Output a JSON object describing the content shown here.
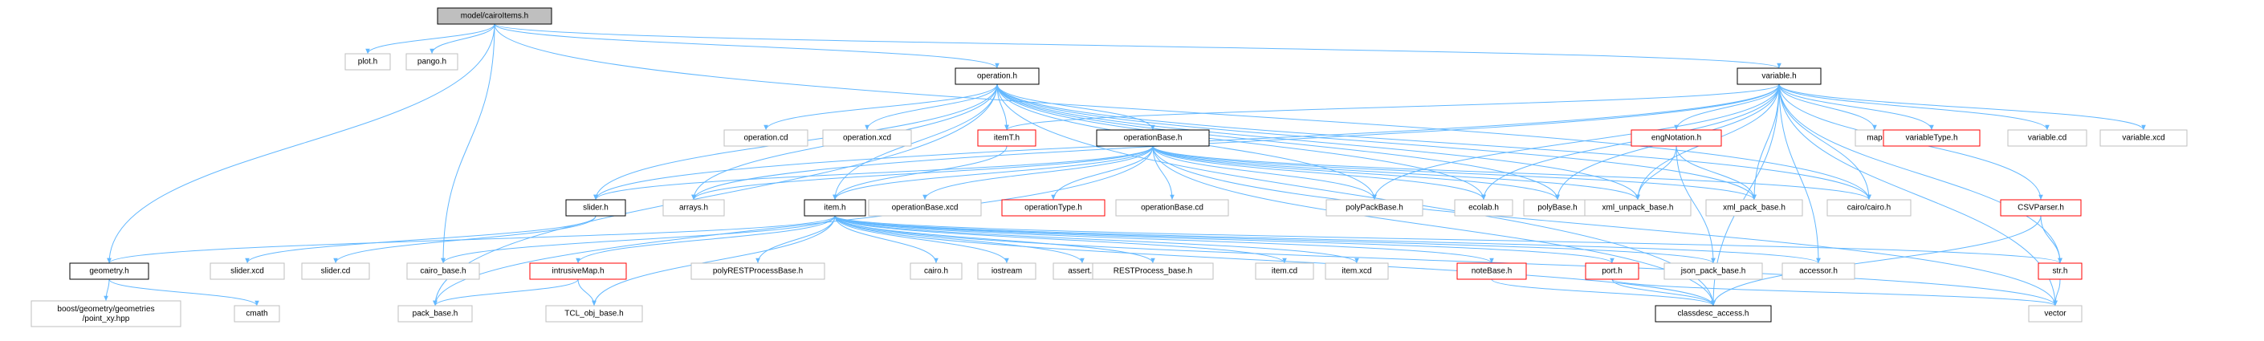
{
  "palette": {
    "root_fill": "#bfbfbf",
    "root_stroke": "#000000",
    "normal_stroke": "#000000",
    "system_stroke": "#bfbfbf",
    "missing_stroke": "#ff0000",
    "edge_color": "#63b8ff"
  },
  "nodes": [
    {
      "id": "cairoItems",
      "label": "model/cairoItems.h",
      "kind": "root"
    },
    {
      "id": "plot",
      "label": "plot.h",
      "kind": "system"
    },
    {
      "id": "pango",
      "label": "pango.h",
      "kind": "system"
    },
    {
      "id": "operation",
      "label": "operation.h",
      "kind": "normal"
    },
    {
      "id": "variable",
      "label": "variable.h",
      "kind": "normal"
    },
    {
      "id": "operation_cd",
      "label": "operation.cd",
      "kind": "system"
    },
    {
      "id": "operation_xcd",
      "label": "operation.xcd",
      "kind": "system"
    },
    {
      "id": "itemT",
      "label": "itemT.h",
      "kind": "missing"
    },
    {
      "id": "operationBase",
      "label": "operationBase.h",
      "kind": "normal"
    },
    {
      "id": "engNotation",
      "label": "engNotation.h",
      "kind": "missing"
    },
    {
      "id": "map",
      "label": "map",
      "kind": "system"
    },
    {
      "id": "variableType",
      "label": "variableType.h",
      "kind": "missing"
    },
    {
      "id": "variable_cd",
      "label": "variable.cd",
      "kind": "system"
    },
    {
      "id": "variable_xcd",
      "label": "variable.xcd",
      "kind": "system"
    },
    {
      "id": "slider",
      "label": "slider.h",
      "kind": "normal"
    },
    {
      "id": "arrays",
      "label": "arrays.h",
      "kind": "system"
    },
    {
      "id": "item",
      "label": "item.h",
      "kind": "normal"
    },
    {
      "id": "operationBase_xcd",
      "label": "operationBase.xcd",
      "kind": "system"
    },
    {
      "id": "operationType",
      "label": "operationType.h",
      "kind": "missing"
    },
    {
      "id": "operationBase_cd",
      "label": "operationBase.cd",
      "kind": "system"
    },
    {
      "id": "polyPackBase",
      "label": "polyPackBase.h",
      "kind": "system"
    },
    {
      "id": "ecolab",
      "label": "ecolab.h",
      "kind": "system"
    },
    {
      "id": "polyBase",
      "label": "polyBase.h",
      "kind": "system"
    },
    {
      "id": "xml_unpack_base",
      "label": "xml_unpack_base.h",
      "kind": "system"
    },
    {
      "id": "xml_pack_base",
      "label": "xml_pack_base.h",
      "kind": "system"
    },
    {
      "id": "cairo_cairo",
      "label": "cairo/cairo.h",
      "kind": "system"
    },
    {
      "id": "CSVParser",
      "label": "CSVParser.h",
      "kind": "missing"
    },
    {
      "id": "geometry",
      "label": "geometry.h",
      "kind": "normal"
    },
    {
      "id": "slider_xcd",
      "label": "slider.xcd",
      "kind": "system"
    },
    {
      "id": "slider_cd",
      "label": "slider.cd",
      "kind": "system"
    },
    {
      "id": "cairo_base",
      "label": "cairo_base.h",
      "kind": "system"
    },
    {
      "id": "intrusiveMap",
      "label": "intrusiveMap.h",
      "kind": "missing"
    },
    {
      "id": "polyRESTProcessBase",
      "label": "polyRESTProcessBase.h",
      "kind": "system"
    },
    {
      "id": "cairo_h",
      "label": "cairo.h",
      "kind": "system"
    },
    {
      "id": "iostream",
      "label": "iostream",
      "kind": "system"
    },
    {
      "id": "assert",
      "label": "assert.h",
      "kind": "system"
    },
    {
      "id": "RESTProcess_base",
      "label": "RESTProcess_base.h",
      "kind": "system"
    },
    {
      "id": "item_cd",
      "label": "item.cd",
      "kind": "system"
    },
    {
      "id": "item_xcd",
      "label": "item.xcd",
      "kind": "system"
    },
    {
      "id": "noteBase",
      "label": "noteBase.h",
      "kind": "missing"
    },
    {
      "id": "port",
      "label": "port.h",
      "kind": "missing"
    },
    {
      "id": "json_pack_base",
      "label": "json_pack_base.h",
      "kind": "system"
    },
    {
      "id": "accessor",
      "label": "accessor.h",
      "kind": "system"
    },
    {
      "id": "str",
      "label": "str.h",
      "kind": "missing"
    },
    {
      "id": "point_xy",
      "label": "boost/geometry/geometries\n/point_xy.hpp",
      "kind": "system"
    },
    {
      "id": "cmath",
      "label": "cmath",
      "kind": "system"
    },
    {
      "id": "pack_base",
      "label": "pack_base.h",
      "kind": "system"
    },
    {
      "id": "TCL_obj_base",
      "label": "TCL_obj_base.h",
      "kind": "system"
    },
    {
      "id": "classdesc_access",
      "label": "classdesc_access.h",
      "kind": "normal"
    },
    {
      "id": "vector",
      "label": "vector",
      "kind": "system"
    }
  ],
  "edges": [
    [
      "cairoItems",
      "plot"
    ],
    [
      "cairoItems",
      "pango"
    ],
    [
      "cairoItems",
      "operation"
    ],
    [
      "cairoItems",
      "variable"
    ],
    [
      "cairoItems",
      "geometry"
    ],
    [
      "cairoItems",
      "cairo_base"
    ],
    [
      "cairoItems",
      "cairo_cairo"
    ],
    [
      "operation",
      "operation_cd"
    ],
    [
      "operation",
      "operation_xcd"
    ],
    [
      "operation",
      "itemT"
    ],
    [
      "operation",
      "operationBase"
    ],
    [
      "operation",
      "slider"
    ],
    [
      "operation",
      "arrays"
    ],
    [
      "operation",
      "item"
    ],
    [
      "operation",
      "polyPackBase"
    ],
    [
      "operation",
      "ecolab"
    ],
    [
      "operation",
      "polyBase"
    ],
    [
      "operation",
      "xml_unpack_base"
    ],
    [
      "operation",
      "xml_pack_base"
    ],
    [
      "operation",
      "cairo_cairo"
    ],
    [
      "operation",
      "classdesc_access"
    ],
    [
      "operation",
      "pack_base"
    ],
    [
      "variable",
      "engNotation"
    ],
    [
      "variable",
      "map"
    ],
    [
      "variable",
      "variableType"
    ],
    [
      "variable",
      "variable_cd"
    ],
    [
      "variable",
      "variable_xcd"
    ],
    [
      "variable",
      "itemT"
    ],
    [
      "variable",
      "slider"
    ],
    [
      "variable",
      "arrays"
    ],
    [
      "variable",
      "polyPackBase"
    ],
    [
      "variable",
      "ecolab"
    ],
    [
      "variable",
      "polyBase"
    ],
    [
      "variable",
      "xml_unpack_base"
    ],
    [
      "variable",
      "xml_pack_base"
    ],
    [
      "variable",
      "cairo_cairo"
    ],
    [
      "variable",
      "CSVParser"
    ],
    [
      "variable",
      "str"
    ],
    [
      "variable",
      "vector"
    ],
    [
      "variable",
      "classdesc_access"
    ],
    [
      "variable",
      "accessor"
    ],
    [
      "itemT",
      "item"
    ],
    [
      "operationBase",
      "slider"
    ],
    [
      "operationBase",
      "arrays"
    ],
    [
      "operationBase",
      "item"
    ],
    [
      "operationBase",
      "operationBase_xcd"
    ],
    [
      "operationBase",
      "operationType"
    ],
    [
      "operationBase",
      "operationBase_cd"
    ],
    [
      "operationBase",
      "polyPackBase"
    ],
    [
      "operationBase",
      "ecolab"
    ],
    [
      "operationBase",
      "polyBase"
    ],
    [
      "operationBase",
      "xml_unpack_base"
    ],
    [
      "operationBase",
      "xml_pack_base"
    ],
    [
      "operationBase",
      "cairo_cairo"
    ],
    [
      "operationBase",
      "classdesc_access"
    ],
    [
      "operationBase",
      "pack_base"
    ],
    [
      "operationBase",
      "vector"
    ],
    [
      "engNotation",
      "xml_unpack_base"
    ],
    [
      "engNotation",
      "xml_pack_base"
    ],
    [
      "engNotation",
      "json_pack_base"
    ],
    [
      "slider",
      "slider_xcd"
    ],
    [
      "slider",
      "slider_cd"
    ],
    [
      "item",
      "geometry"
    ],
    [
      "item",
      "cairo_base"
    ],
    [
      "item",
      "intrusiveMap"
    ],
    [
      "item",
      "polyRESTProcessBase"
    ],
    [
      "item",
      "cairo_h"
    ],
    [
      "item",
      "iostream"
    ],
    [
      "item",
      "assert"
    ],
    [
      "item",
      "RESTProcess_base"
    ],
    [
      "item",
      "item_cd"
    ],
    [
      "item",
      "item_xcd"
    ],
    [
      "item",
      "noteBase"
    ],
    [
      "item",
      "port"
    ],
    [
      "item",
      "json_pack_base"
    ],
    [
      "item",
      "accessor"
    ],
    [
      "item",
      "str"
    ],
    [
      "item",
      "TCL_obj_base"
    ],
    [
      "item",
      "classdesc_access"
    ],
    [
      "item",
      "vector"
    ],
    [
      "CSVParser",
      "str"
    ],
    [
      "CSVParser",
      "classdesc_access"
    ],
    [
      "geometry",
      "point_xy"
    ],
    [
      "geometry",
      "cmath"
    ],
    [
      "intrusiveMap",
      "pack_base"
    ],
    [
      "intrusiveMap",
      "TCL_obj_base"
    ],
    [
      "noteBase",
      "classdesc_access"
    ],
    [
      "port",
      "classdesc_access"
    ],
    [
      "port",
      "vector"
    ],
    [
      "str",
      "vector"
    ]
  ]
}
